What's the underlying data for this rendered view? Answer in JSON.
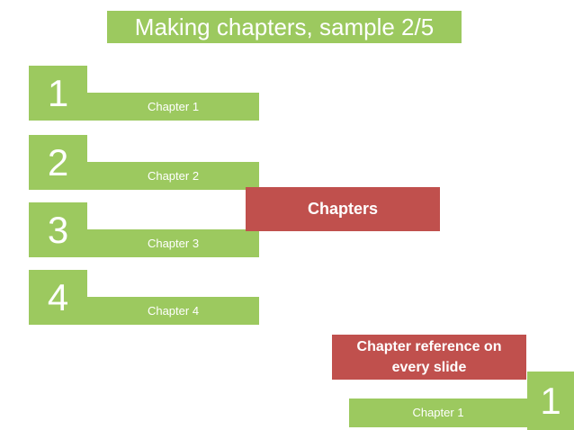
{
  "slide": {
    "title": "Making chapters, sample 2/5"
  },
  "chapters": [
    {
      "number": "1",
      "label": "Chapter 1"
    },
    {
      "number": "2",
      "label": "Chapter 2"
    },
    {
      "number": "3",
      "label": "Chapter 3"
    },
    {
      "number": "4",
      "label": "Chapter 4"
    }
  ],
  "callouts": {
    "chapters_label": "Chapters",
    "reference_line1": "Chapter reference on",
    "reference_line2": "every slide"
  },
  "footer_reference": {
    "number": "1",
    "label": "Chapter 1"
  },
  "colors": {
    "green": "#9CC95F",
    "red": "#C0504D",
    "text": "#FFFFFF"
  }
}
